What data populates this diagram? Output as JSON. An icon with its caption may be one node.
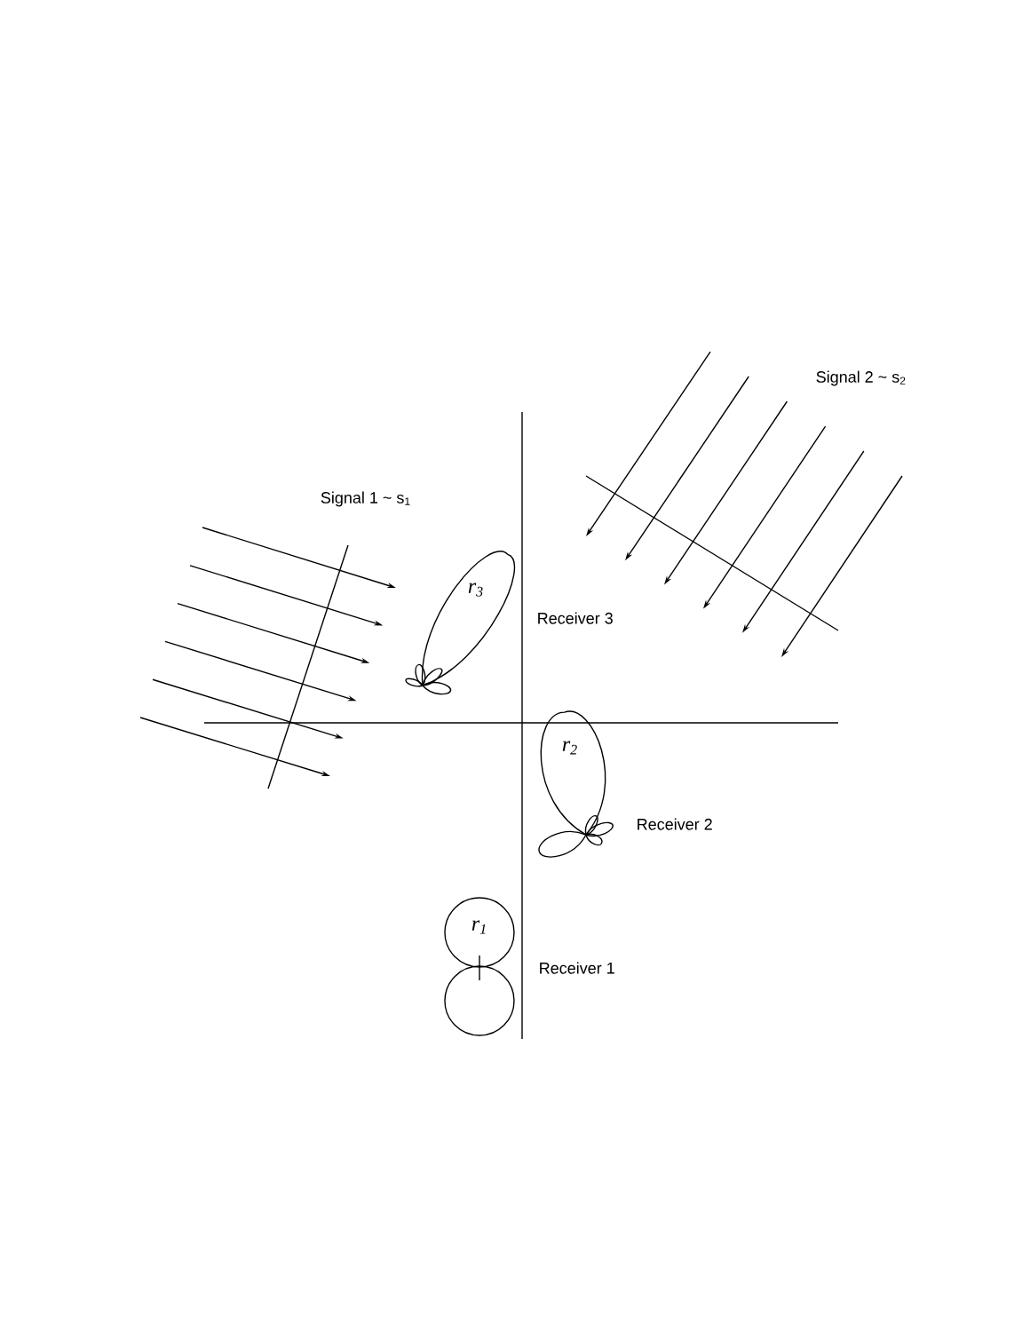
{
  "diagram": {
    "nodes": [
      {
        "text": [
          "r$_{3}$"
        ]
      },
      {
        "text": [
          "r$_{2}$"
        ]
      },
      {
        "text": [
          "r$_{1}$"
        ]
      }
    ],
    "labels": [
      "Signal 2 ~ s$_{2}$",
      "Signal 1 ~ s$_{1}$",
      "Receiver 3",
      "Receiver 2",
      "Receiver 1"
    ]
  }
}
